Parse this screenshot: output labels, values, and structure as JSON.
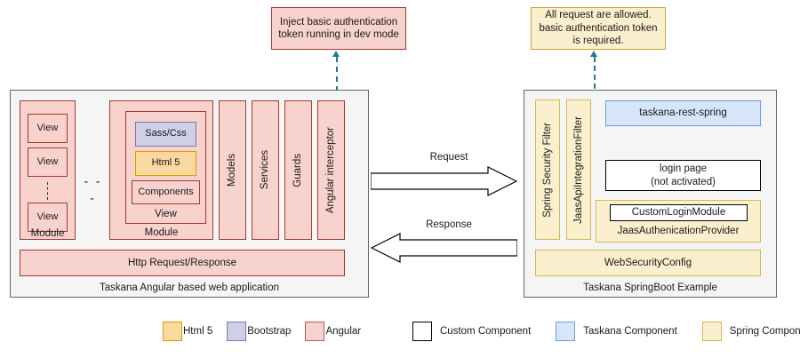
{
  "notes": {
    "angular_note": "Inject basic authentication token running in dev mode",
    "spring_note": "All request are allowed. basic authentication token is required."
  },
  "left_panel": {
    "caption": "Taskana Angular based web application",
    "module_a": {
      "label": "Module",
      "views": [
        "View",
        "View",
        "View"
      ]
    },
    "ellipsis": "- - -",
    "module_b": {
      "label": "Module",
      "view_label": "View",
      "items": [
        "Sass/Css",
        "Html 5",
        "Components"
      ]
    },
    "columns": [
      "Models",
      "Services",
      "Guards",
      "Angular interceptor"
    ],
    "http_bar": "Http Request/Response"
  },
  "arrows": {
    "request": "Request",
    "response": "Response"
  },
  "right_panel": {
    "caption": "Taskana SpringBoot Example",
    "filters": [
      "Spring Security Filter",
      "JaasApiIntegrationFilter"
    ],
    "rest_spring": "taskana-rest-spring",
    "login_page": "login page\n(not activated)",
    "login_page_line1": "login page",
    "login_page_line2": "(not activated)",
    "auth_provider": {
      "inner": "CustomLoginModule",
      "label": "JaasAuthenicationProvider"
    },
    "web_security_config": "WebSecurityConfig"
  },
  "legend": {
    "left_group": [
      {
        "label": "Html 5",
        "fill": "#fad9a0",
        "stroke": "#d79b00"
      },
      {
        "label": "Bootstrap",
        "fill": "#cfd0e8",
        "stroke": "#7a7aa8"
      },
      {
        "label": "Angular",
        "fill": "#f8d3ce",
        "stroke": "#b85c52"
      }
    ],
    "right_group": [
      {
        "label": "Custom Component",
        "fill": "#ffffff",
        "stroke": "#000000"
      },
      {
        "label": "Taskana Component",
        "fill": "#d6e5f8",
        "stroke": "#6f9fd8"
      },
      {
        "label": "Spring Component",
        "fill": "#fbf0cd",
        "stroke": "#d6b656"
      }
    ]
  },
  "colors": {
    "angular": "#f8d3ce",
    "spring": "#fbf0cd",
    "taskana": "#d6e5f8",
    "bootstrap": "#cfd0e8",
    "html5": "#fad9a0",
    "teal": "#1f7a8c",
    "panel_bg": "#f5f5f5"
  }
}
